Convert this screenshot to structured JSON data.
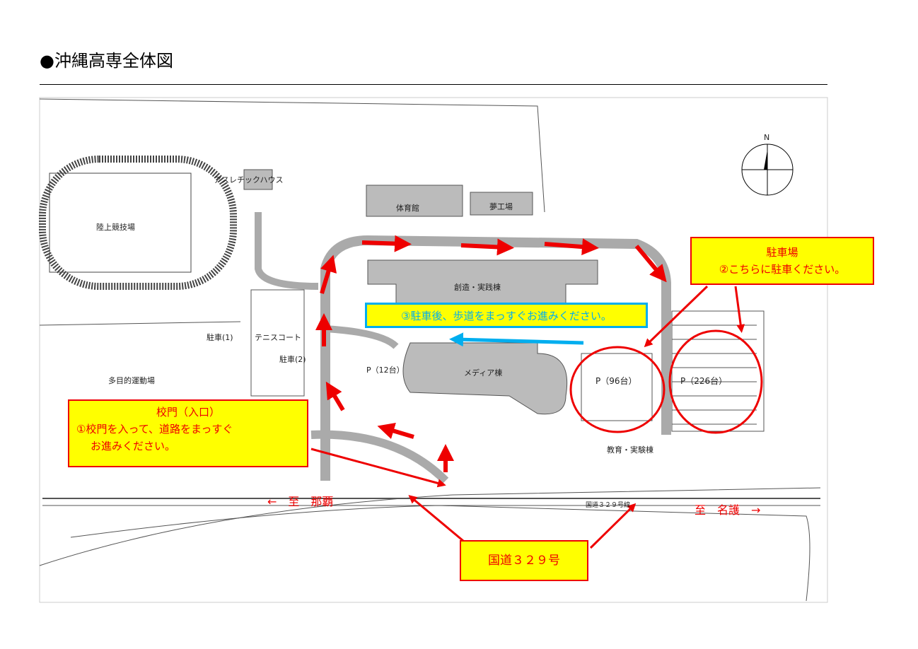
{
  "title": "●沖縄高専全体図",
  "map_labels": {
    "athletic_house": "アスレチックハウス",
    "track_field": "陸上競技場",
    "gym": "体育館",
    "dream_factory": "夢工場",
    "creation_building": "創造・実践棟",
    "media_building": "メディア棟",
    "education_building": "教育・実験棟",
    "multipurpose_field": "多目的運動場",
    "tennis_court": "テニスコート",
    "parking_1": "駐車(1)",
    "parking_2": "駐車(2)",
    "parking_12": "P（12台）",
    "parking_96": "P（96台）",
    "parking_226": "P（226台）",
    "route_label": "国道３２９号線",
    "compass_n": "N",
    "to_naha": "←　至　那覇",
    "to_nago": "至　名護　→"
  },
  "callouts": {
    "gate_title": "校門（入口）",
    "gate_text_1": "①校門を入って、道路をまっすぐ",
    "gate_text_2": "お進みください。",
    "parking_title": "駐車場",
    "parking_text": "②こちらに駐車ください。",
    "walk_text": "③駐車後、歩道をまっすぐお進みください。",
    "route_name": "国道３２９号"
  },
  "colors": {
    "accent_red": "#ee0000",
    "highlight_yellow": "#ffff00",
    "walk_blue": "#00aeef"
  }
}
